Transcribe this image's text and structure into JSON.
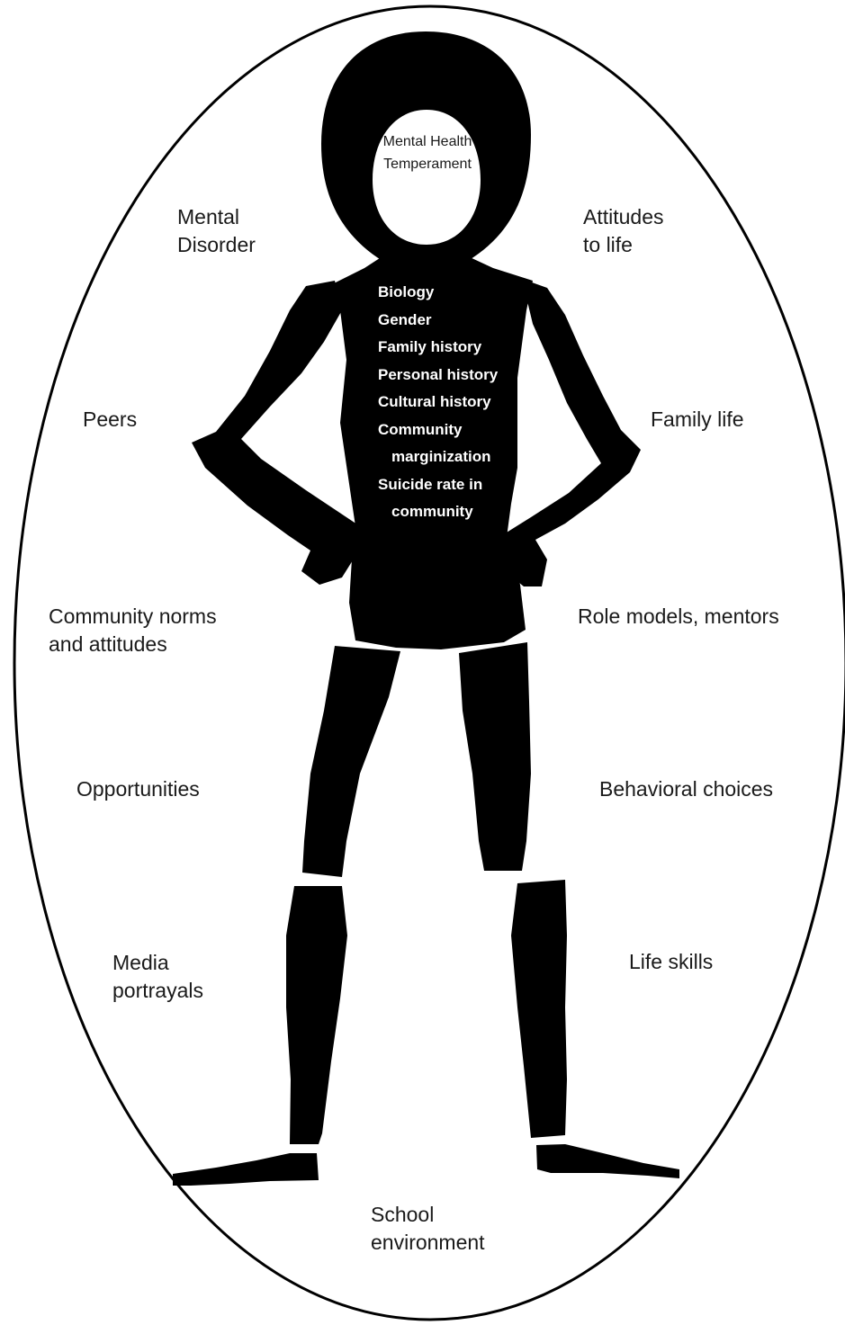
{
  "head": {
    "lines": [
      "Mental Health",
      "Temperament"
    ]
  },
  "torso": {
    "items": [
      {
        "line1": "Biology",
        "line2": ""
      },
      {
        "line1": "Gender",
        "line2": ""
      },
      {
        "line1": "Family history",
        "line2": ""
      },
      {
        "line1": "Personal history",
        "line2": ""
      },
      {
        "line1": "Cultural history",
        "line2": ""
      },
      {
        "line1": "Community",
        "line2": "marginization"
      },
      {
        "line1": "Suicide rate in",
        "line2": "community"
      }
    ]
  },
  "left_labels": [
    {
      "lines": [
        "Mental",
        "Disorder"
      ]
    },
    {
      "lines": [
        "Peers"
      ]
    },
    {
      "lines": [
        "Community norms",
        "and attitudes"
      ]
    },
    {
      "lines": [
        "Opportunities"
      ]
    },
    {
      "lines": [
        "Media",
        "portrayals"
      ]
    }
  ],
  "right_labels": [
    {
      "lines": [
        "Attitudes",
        "to life"
      ]
    },
    {
      "lines": [
        "Family life"
      ]
    },
    {
      "lines": [
        "Role models, mentors"
      ]
    },
    {
      "lines": [
        "Behavioral choices"
      ]
    },
    {
      "lines": [
        "Life skills"
      ]
    }
  ],
  "bottom_label": {
    "lines": [
      "School",
      "environment"
    ]
  },
  "colors": {
    "figure": "#000000",
    "oval_stroke": "#000000",
    "text": "#1a1a1a",
    "figure_text": "#ffffff"
  }
}
